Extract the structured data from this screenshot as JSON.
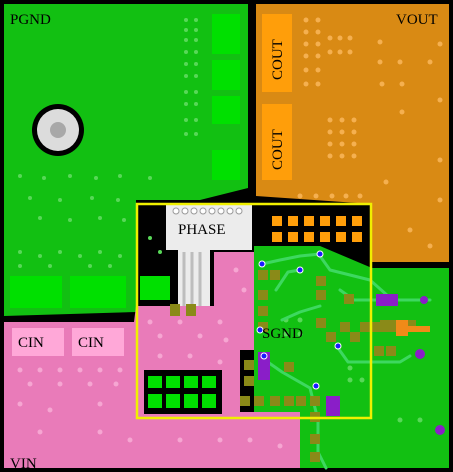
{
  "labels": {
    "pgnd": "PGND",
    "vout": "VOUT",
    "phase": "PHASE",
    "sgnd": "SGND",
    "vin": "VIN",
    "cin_left": "CIN",
    "cin_right": "CIN",
    "cout_top": "COUT",
    "cout_bottom": "COUT"
  },
  "colors": {
    "pgnd_green": "#12c012",
    "pad_green": "#00e000",
    "vout_orange": "#d98a14",
    "cout_pad": "#ff9e0a",
    "vin_pink": "#e97bb9",
    "phase_white": "#ececec",
    "highlight_box": "#f0f000",
    "trace_green": "#3dd860",
    "via_blue": "#1a1aff",
    "component_purple": "#8a1ec8",
    "component_orange": "#f08a18",
    "pad_olive": "#8a8a18",
    "outline_black": "#000000"
  }
}
